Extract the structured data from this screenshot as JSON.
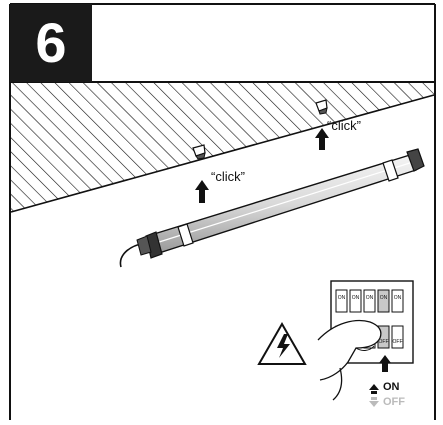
{
  "step": {
    "number": "6"
  },
  "labels": {
    "click_right": "“click”",
    "click_left": "“click”",
    "on": "ON",
    "off": "OFF"
  },
  "breaker": {
    "switch_on_label": "ON",
    "switch_off_label": "OFF"
  },
  "icons": {
    "warning": "electrical-hazard-icon",
    "arrow": "arrow-up-icon"
  },
  "colors": {
    "ink": "#111111",
    "step_bg": "#1a1a1a",
    "step_text": "#ffffff",
    "off_text": "#bbbbbb"
  }
}
